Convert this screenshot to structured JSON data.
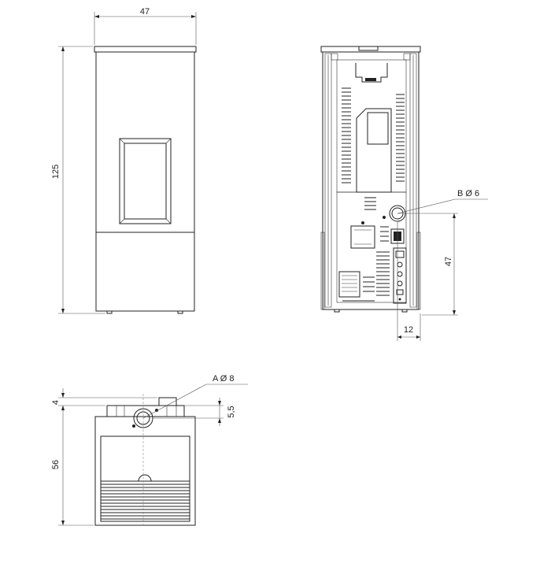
{
  "dimensions": {
    "front_width": "47",
    "front_height": "125",
    "back_pipe_label": "B Ø 6",
    "back_pipe_height": "47",
    "back_pipe_offset": "12",
    "top_pipe_label": "A Ø 8",
    "top_depth": "56",
    "top_offset_4": "4",
    "top_offset_55": "5,5"
  },
  "colors": {
    "line": "#222222",
    "dimension": "#555555",
    "background": "#ffffff"
  }
}
